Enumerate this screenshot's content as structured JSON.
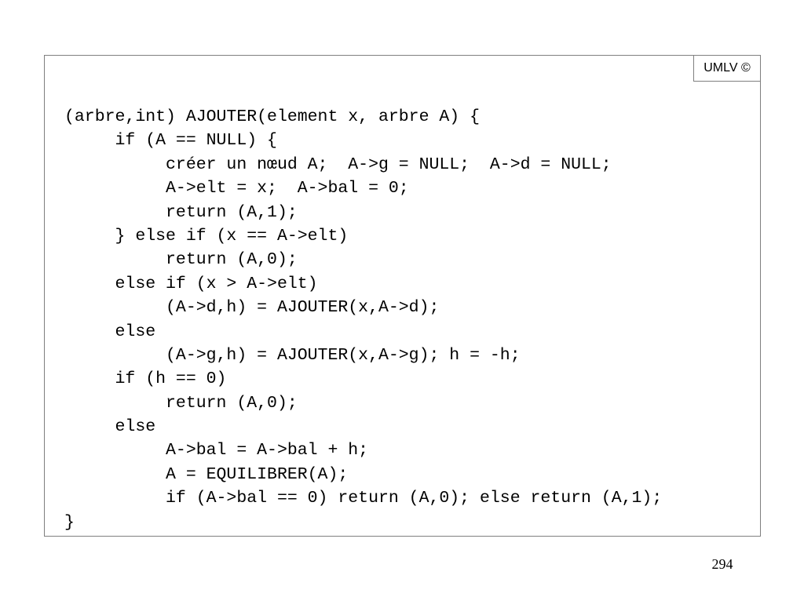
{
  "badge": "UMLV ©",
  "code_lines": [
    "(arbre,int) AJOUTER(element x, arbre A) {",
    "     if (A == NULL) {",
    "          créer un nœud A;  A->g = NULL;  A->d = NULL;",
    "          A->elt = x;  A->bal = 0;",
    "          return (A,1);",
    "     } else if (x == A->elt)",
    "          return (A,0);",
    "     else if (x > A->elt)",
    "          (A->d,h) = AJOUTER(x,A->d);",
    "     else",
    "          (A->g,h) = AJOUTER(x,A->g); h = -h;",
    "     if (h == 0)",
    "          return (A,0);",
    "     else",
    "          A->bal = A->bal + h;",
    "          A = EQUILIBRER(A);",
    "          if (A->bal == 0) return (A,0); else return (A,1);",
    "}"
  ],
  "page_number": "294"
}
